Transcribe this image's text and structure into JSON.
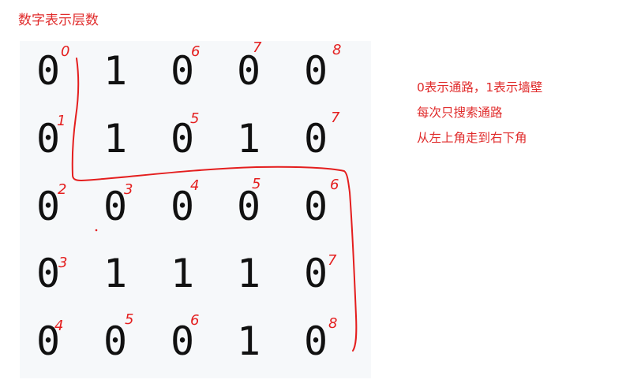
{
  "title": "数字表示层数",
  "maze": {
    "rows": [
      [
        "0",
        "1",
        "0",
        "0",
        "0"
      ],
      [
        "0",
        "1",
        "0",
        "1",
        "0"
      ],
      [
        "0",
        "0",
        "0",
        "0",
        "0"
      ],
      [
        "0",
        "1",
        "1",
        "1",
        "0"
      ],
      [
        "0",
        "0",
        "0",
        "1",
        "0"
      ]
    ]
  },
  "layers": {
    "r0c0": "0",
    "r0c2": "6",
    "r0c3": "7",
    "r0c4": "8",
    "r1c0": "1",
    "r1c2": "5",
    "r1c4": "7",
    "r2c0": "2",
    "r2c1": "3",
    "r2c2": "4",
    "r2c3": "5",
    "r2c4": "6",
    "r3c0": "3",
    "r3c4": "7",
    "r4c0": "4",
    "r4c1": "5",
    "r4c2": "6",
    "r4c4": "8"
  },
  "notes": {
    "line1": "0表示通路，1表示墙壁",
    "line2": "每次只搜索通路",
    "line3": "从左上角走到右下角"
  },
  "colors": {
    "annotation": "#e41e1e",
    "panel": "#f6f8fa"
  }
}
